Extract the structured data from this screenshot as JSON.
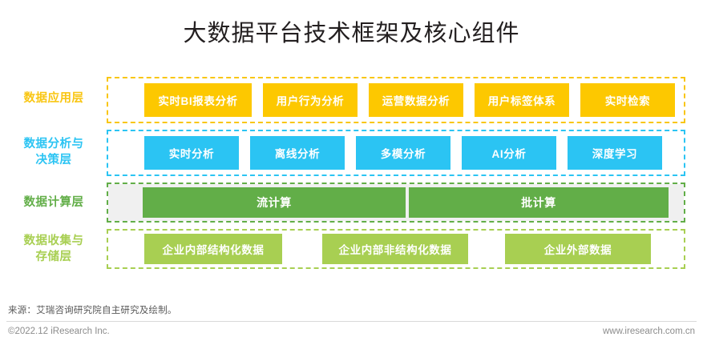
{
  "title": "大数据平台技术框架及核心组件",
  "colors": {
    "application": "#fdc800",
    "application_border": "#f9c613",
    "analysis": "#2bc4f3",
    "computation": "#62ae48",
    "storage": "#a8cf52",
    "computation_band_fill": "#f0f0f0",
    "title_text": "#231f20",
    "footer_text": "#8c8c8c"
  },
  "layers": [
    {
      "id": "application",
      "label_lines": [
        "数据应用层"
      ],
      "items": [
        {
          "label": "实时BI报表分析"
        },
        {
          "label": "用户行为分析"
        },
        {
          "label": "运营数据分析"
        },
        {
          "label": "用户标签体系"
        },
        {
          "label": "实时检索"
        }
      ]
    },
    {
      "id": "analysis",
      "label_lines": [
        "数据分析与",
        "决策层"
      ],
      "items": [
        {
          "label": "实时分析"
        },
        {
          "label": "离线分析"
        },
        {
          "label": "多模分析"
        },
        {
          "label": "AI分析"
        },
        {
          "label": "深度学习"
        }
      ]
    },
    {
      "id": "computation",
      "label_lines": [
        "数据计算层"
      ],
      "items": [
        {
          "label": "流计算"
        },
        {
          "label": "批计算"
        }
      ]
    },
    {
      "id": "storage",
      "label_lines": [
        "数据收集与",
        "存储层"
      ],
      "items": [
        {
          "label": "企业内部结构化数据"
        },
        {
          "label": "企业内部非结构化数据"
        },
        {
          "label": "企业外部数据"
        }
      ]
    }
  ],
  "footer": {
    "source": "来源：艾瑞咨询研究院自主研究及绘制。",
    "copyright": "©2022.12 iResearch Inc.",
    "website": "www.iresearch.com.cn"
  }
}
